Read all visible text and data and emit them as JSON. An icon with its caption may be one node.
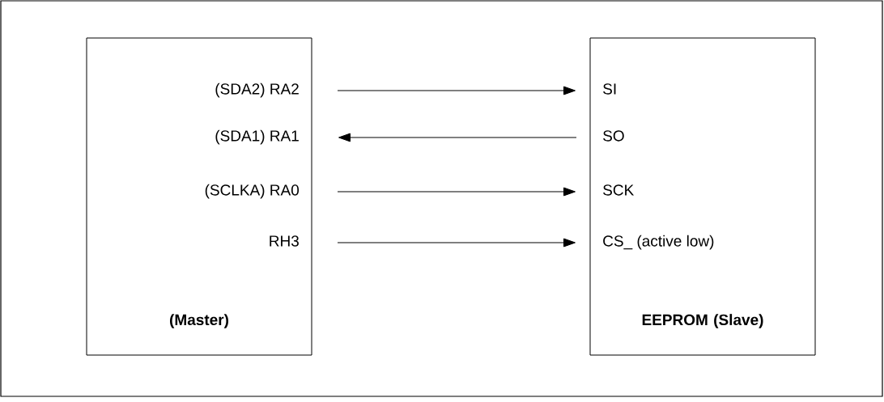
{
  "diagram": {
    "nodes": [
      {
        "text": [
          "(Master)"
        ]
      },
      {
        "text": [
          "(SDA2)  RA2"
        ],
        "in": 0
      },
      {
        "text": [
          "(SDA1)  RA1"
        ],
        "in": 0
      },
      {
        "text": [
          "(SCLKA) RA0"
        ],
        "in": 0
      },
      {
        "text": [
          "RH3"
        ],
        "in": 0
      },
      {
        "text": [
          "EEPROM (Slave)"
        ]
      },
      {
        "text": [
          "SI"
        ],
        "in": 5
      },
      {
        "text": [
          "SO"
        ],
        "in": 5
      },
      {
        "text": [
          "SCK"
        ],
        "in": 5
      },
      {
        "text": [
          "CS_ (active low)"
        ],
        "in": 5
      }
    ],
    "edges": [
      {
        "from": 1,
        "to": 6,
        "arrow": "to"
      },
      {
        "from": 7,
        "to": 2,
        "arrow": "to"
      },
      {
        "from": 3,
        "to": 8,
        "arrow": "to"
      },
      {
        "from": 4,
        "to": 9,
        "arrow": "to"
      }
    ]
  }
}
